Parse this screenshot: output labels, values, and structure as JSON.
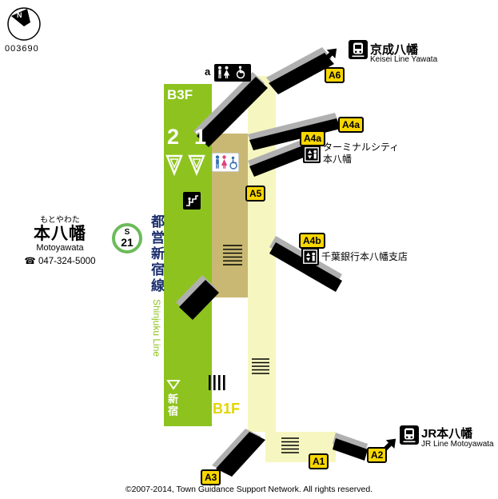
{
  "map": {
    "id": "003690",
    "compass_label": "N",
    "copyright": "©2007-2014, Town Guidance Support Network. All rights reserved."
  },
  "station": {
    "name_kana": "もとやわた",
    "name_ja": "本八幡",
    "name_en": "Motoyawata",
    "phone": "☎ 047-324-5000",
    "line_badge_letter": "S",
    "line_badge_number": "21",
    "line_name_ja": "都営新宿線",
    "line_name_en": "Shinjuku Line",
    "direction_terminus": "新宿"
  },
  "floors": {
    "platform_level": "B3F",
    "concourse_level": "B1F"
  },
  "platforms": {
    "left_number": "2",
    "right_number": "1"
  },
  "exits": {
    "a1": "A1",
    "a2": "A2",
    "a3": "A3",
    "a4a_street": "A4a",
    "a4a_elevator": "A4a",
    "a4b": "A4b",
    "a5": "A5",
    "a6": "A6"
  },
  "landmarks": {
    "terminal_city_line1": "ターミナルシティ",
    "terminal_city_line2": "本八幡",
    "chiba_bank": "千葉銀行本八幡支店"
  },
  "connections": {
    "keisei": {
      "name_ja": "京成八幡",
      "name_en": "Keisei Line Yawata"
    },
    "jr": {
      "name_ja": "JR本八幡",
      "name_en": "JR Line Motoyawata"
    }
  },
  "facilities": {
    "restroom_point_label": "a"
  },
  "colors": {
    "platform_band_green": "#8ec31f",
    "mezzanine_tan": "#c8b873",
    "concourse_pale_yellow": "#f6f6c0",
    "exit_badge_yellow": "#f8d600",
    "line_text_navy": "#1c2f6e",
    "station_badge_ring_green": "#6cbb5a",
    "b1f_label_yellow": "#e3d400",
    "ramp_black": "#000000",
    "ramp_shadow_gray": "#b0b0b0"
  }
}
